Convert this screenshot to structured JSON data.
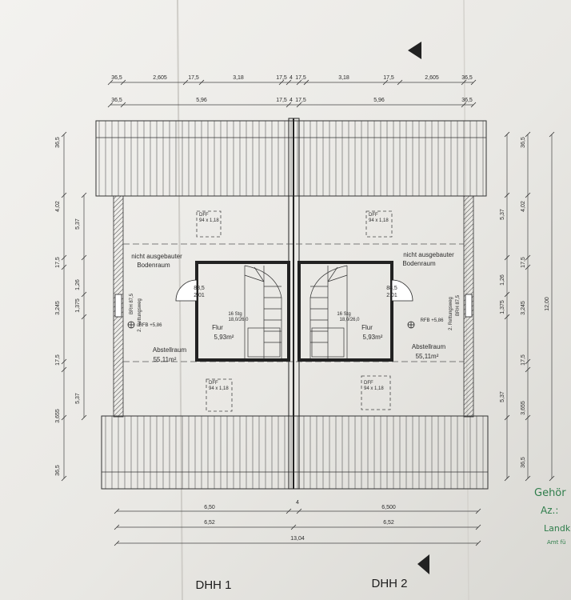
{
  "dims_top_row1": [
    "36,5",
    "2,605",
    "17,5",
    "3,18",
    "17,5",
    "4",
    "17,5",
    "3,18",
    "17,5",
    "2,605",
    "36,5"
  ],
  "dims_top_row2": [
    "36,5",
    "5,96",
    "17,5",
    "4",
    "17,5",
    "5,96",
    "36,5"
  ],
  "dims_left_outer": [
    "36,5",
    "4,02",
    "17,5",
    "3,245",
    "17,5",
    "3,655",
    "36,5"
  ],
  "dims_left_inner": [
    "5,37",
    "1,26",
    "1,375",
    "5,37"
  ],
  "dims_right_inner": [
    "5,37",
    "1,26",
    "1,375",
    "5,37"
  ],
  "dims_right_outer": [
    "36,5",
    "4,02",
    "17,5",
    "3,245",
    "17,5",
    "3,655",
    "36,5"
  ],
  "dims_right_total": "12,00",
  "dims_bottom_row1": [
    "6,50",
    "4",
    "6,500"
  ],
  "dims_bottom_row2": [
    "6,52",
    "6,52"
  ],
  "dims_bottom_total": "13,04",
  "windows": [
    {
      "label": "DFF",
      "size": "94 x 1,18"
    },
    {
      "label": "DFF",
      "size": "94 x 1,18"
    },
    {
      "label": "DFF",
      "size": "94 x 1,18"
    },
    {
      "label": "DFF",
      "size": "94 x 1,18"
    }
  ],
  "left": {
    "attic_line1": "nicht ausgebauter",
    "attic_line2": "Bodenraum",
    "door_w": "88,5",
    "door_h": "2,01",
    "stairs_line1": "16 Stg",
    "stairs_line2": "18,0/26,0",
    "rfb": "RFB +5,86",
    "flur": "Flur",
    "flur_area": "5,93m²",
    "abstell": "Abstellraum",
    "abstell_area": "55,11m²",
    "escape1": "BRH 87,5",
    "escape2": "2. Rettungsweg"
  },
  "right": {
    "attic_line1": "nicht ausgebauter",
    "attic_line2": "Bodenraum",
    "door_w": "88,5",
    "door_h": "2,01",
    "stairs_line1": "16 Stg",
    "stairs_line2": "18,0/26,0",
    "rfb": "RFB +5,86",
    "flur": "Flur",
    "flur_area": "5,93m²",
    "abstell": "Abstellraum",
    "abstell_area": "55,11m²",
    "escape1": "BRH 87,5",
    "escape2": "2. Rettungsweg"
  },
  "house1": "DHH 1",
  "house2": "DHH 2",
  "stamp": {
    "line1": "Gehör",
    "line2": "Az.:",
    "line3": "Landkr",
    "line4": "Amt fü"
  }
}
